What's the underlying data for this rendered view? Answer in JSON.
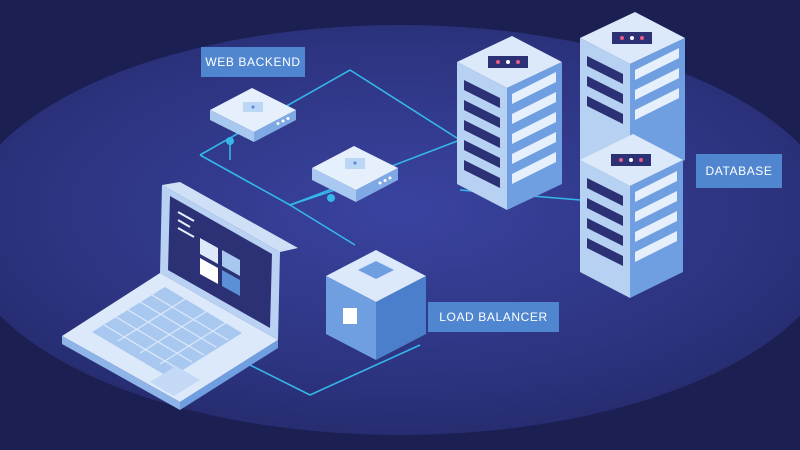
{
  "labels": {
    "web_backend": "WEB BACKEND",
    "database": "DATABASE",
    "load_balancer": "LOAD BALANCER"
  },
  "colors": {
    "background": "#1c1f52",
    "platform": "#2e3580",
    "connector_line": "#35b7ea",
    "label_box": "#4f86cf",
    "label_text": "#ffffff",
    "device_light": "#e3eefb",
    "device_mid": "#a8c8ef",
    "device_dark": "#5b8fd6"
  }
}
